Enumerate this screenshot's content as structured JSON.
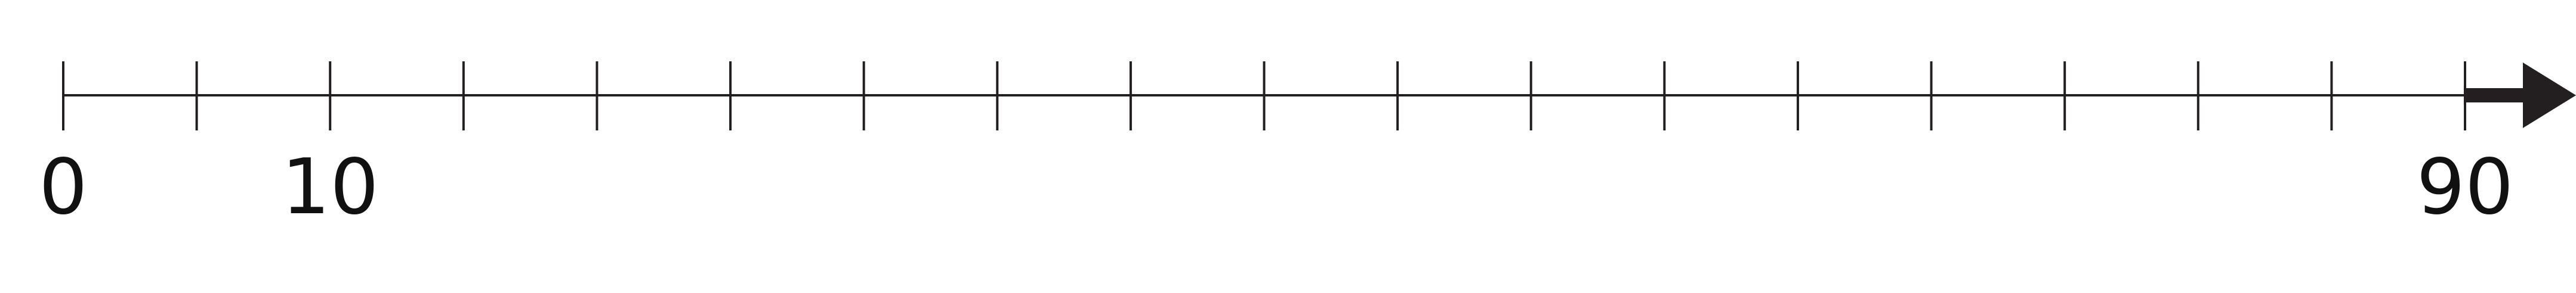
{
  "number_line": {
    "min": 0,
    "max": 90,
    "major_step": 10,
    "minor_step": 5,
    "labels": [
      {
        "value": 0,
        "text": "0"
      },
      {
        "value": 10,
        "text": "10"
      },
      {
        "value": 90,
        "text": "90"
      }
    ],
    "arrow": "right",
    "line_color": "#231f20"
  }
}
